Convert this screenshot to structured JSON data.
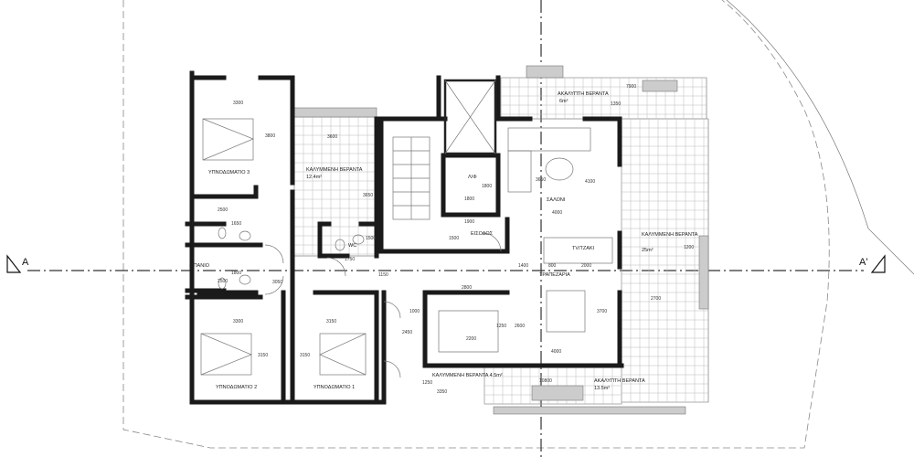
{
  "section_marks": {
    "left": "A",
    "right": "A'"
  },
  "rooms": {
    "bedroom3": "ΥΠΝΟΔΩΜΑΤΙΟ 3",
    "veranda_covered_left": "ΚΑΛΥΜΜΕΝΗ ΒΕΡΑΝΤΑ",
    "veranda_covered_left_area": "12.4m²",
    "bath_upper": "ΜΠΑΝΙΟ",
    "bath_lower": "ΜΠΑΝΙΟ",
    "wc": "WC",
    "entrance": "ΕΙΣΟΔΟΣ",
    "lift": "Λ/Φ",
    "living": "ΣΑΛΟΝΙ",
    "veranda_open_top": "ΑΚΑΛΥΠΤΗ ΒΕΡΑΝΤΑ",
    "veranda_open_top_area": "6m²",
    "veranda_covered_right": "ΚΑΛΥΜΜΕΝΗ ΒΕΡΑΝΤΑ",
    "veranda_covered_right_area": "25m²",
    "tv": "TV/ΤΖΑΚΙ",
    "dining": "ΤΡΑΠΕΖΑΡΙΑ",
    "bedroom2": "ΥΠΝΟΔΩΜΑΤΙΟ 2",
    "bedroom1": "ΥΠΝΟΔΩΜΑΤΙΟ 1",
    "veranda_covered_bottom": "ΚΑΛΥΜΜΕΝΗ ΒΕΡΑΝΤΑ 4.5m²",
    "veranda_open_bottom": "ΑΚΑΛΥΠΤΗ ΒΕΡΑΝΤΑ",
    "veranda_open_bottom_area": "13.5m²"
  },
  "dimensions": {
    "b3_w": "3300",
    "b3_h": "3800",
    "ver_w": "3600",
    "ver_h": "3650",
    "bath_w1": "2500",
    "bath_h1": "1650",
    "bath_w2": "2500",
    "bath_h2": "1800",
    "lift_w": "1800",
    "lift_h": "1800",
    "ent_w": "1900",
    "ent_h": "1500",
    "wc_h": "1500",
    "wc_w": "1750",
    "living_w": "4000",
    "living_h": "4100",
    "living_h2": "3650",
    "top_ver_w": "7900",
    "top_ver_h": "1350",
    "right_ver_h": "1200",
    "d1400": "1400",
    "d800": "800",
    "d2000": "2000",
    "d2700": "2700",
    "corr_w": "3050",
    "corr_h": "1150",
    "kit_w": "2800",
    "d1000": "1000",
    "d2450": "2450",
    "kit_h": "1250",
    "kit_w2": "2200",
    "kit_h2": "2600",
    "din_h": "3700",
    "din_w": "4000",
    "b2_w": "3300",
    "b2_h": "3150",
    "b1_w": "3150",
    "b1_h": "3150",
    "bv_h": "1250",
    "bv_w": "3350",
    "bo_w": "10800"
  }
}
